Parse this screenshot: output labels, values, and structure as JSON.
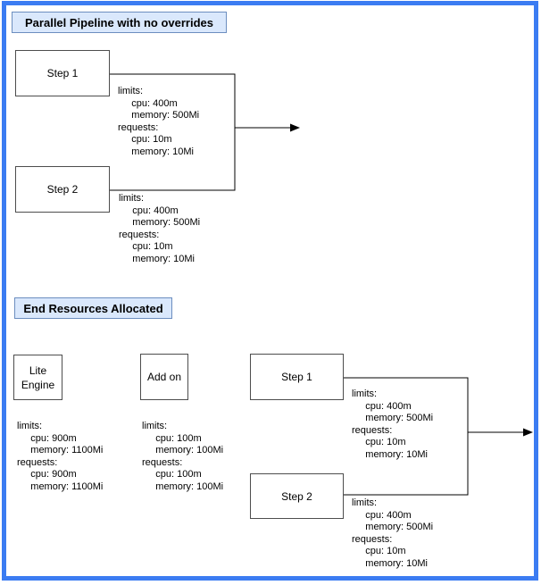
{
  "colors": {
    "frame": "#3b7cf2",
    "title_fill": "#dae8fc",
    "title_stroke": "#6c8ebf",
    "box_stroke": "#4d4d4d",
    "line": "#000000"
  },
  "diagram": {
    "section1": {
      "title": "Parallel Pipeline with no overrides",
      "step1": {
        "label": "Step 1",
        "resources": [
          "limits:",
          "     cpu: 400m",
          "     memory: 500Mi",
          "requests:",
          "     cpu: 10m",
          "     memory: 10Mi"
        ]
      },
      "step2": {
        "label": "Step 2",
        "resources": [
          "limits:",
          "     cpu: 400m",
          "     memory: 500Mi",
          "requests:",
          "     cpu: 10m",
          "     memory: 10Mi"
        ]
      }
    },
    "section2": {
      "title": "End Resources Allocated",
      "lite_engine": {
        "label_lines": [
          "Lite",
          "Engine"
        ],
        "resources": [
          "limits:",
          "     cpu: 900m",
          "     memory: 1100Mi",
          "requests:",
          "     cpu: 900m",
          "     memory: 1100Mi"
        ]
      },
      "add_on": {
        "label": "Add on",
        "resources": [
          "limits:",
          "     cpu: 100m",
          "     memory: 100Mi",
          "requests:",
          "     cpu: 100m",
          "     memory: 100Mi"
        ]
      },
      "step1": {
        "label": "Step 1",
        "resources": [
          "limits:",
          "     cpu: 400m",
          "     memory: 500Mi",
          "requests:",
          "     cpu: 10m",
          "     memory: 10Mi"
        ]
      },
      "step2": {
        "label": "Step 2",
        "resources": [
          "limits:",
          "     cpu: 400m",
          "     memory: 500Mi",
          "requests:",
          "     cpu: 10m",
          "     memory: 10Mi"
        ]
      }
    }
  }
}
